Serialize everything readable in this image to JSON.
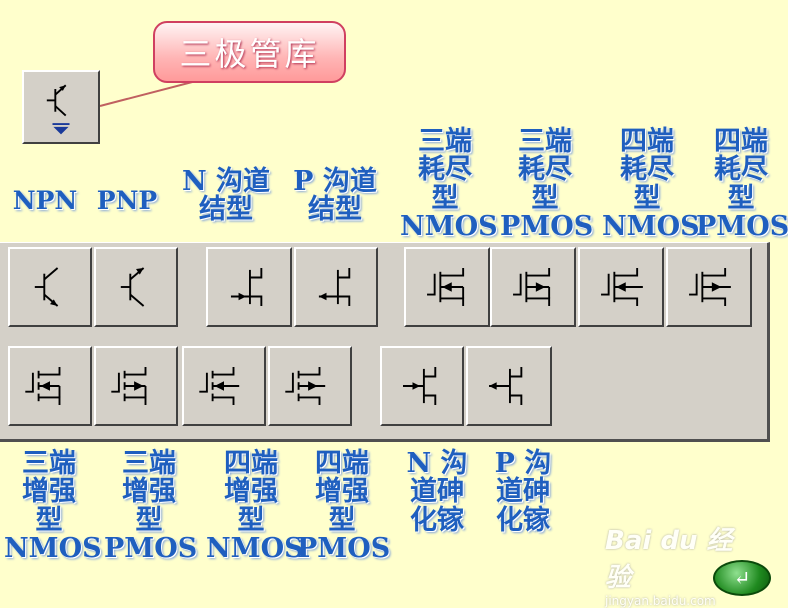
{
  "callout": {
    "title": "三极管库"
  },
  "toolbar": {
    "transistor_lib_icon": "transistor-library-icon"
  },
  "top_labels": {
    "npn": "NPN",
    "pnp": "PNP",
    "n_jfet": "N 沟道\n结型",
    "p_jfet": "P 沟道\n结型",
    "nmos3_dep": "三端\n耗尽\n型\nNMOS",
    "pmos3_dep": "三端\n耗尽\n型\nPMOS",
    "nmos4_dep": "四端\n耗尽\n型\nNMOS",
    "pmos4_dep": "四端\n耗尽\n型\nPMOS"
  },
  "bottom_labels": {
    "nmos3_enh": "三端\n增强\n型\nNMOS",
    "pmos3_enh": "三端\n增强\n型\nPMOS",
    "nmos4_enh": "四端\n增强\n型\nNMOS",
    "pmos4_enh": "四端\n增强\n型\nPMOS",
    "n_gaas": "N 沟\n道砷\n化镓",
    "p_gaas": "P 沟\n道砷\n化镓"
  },
  "watermark": {
    "main": "Bai du 经验",
    "sub": "jingyan.baidu.com"
  },
  "nav": {
    "return_glyph": "↵"
  }
}
